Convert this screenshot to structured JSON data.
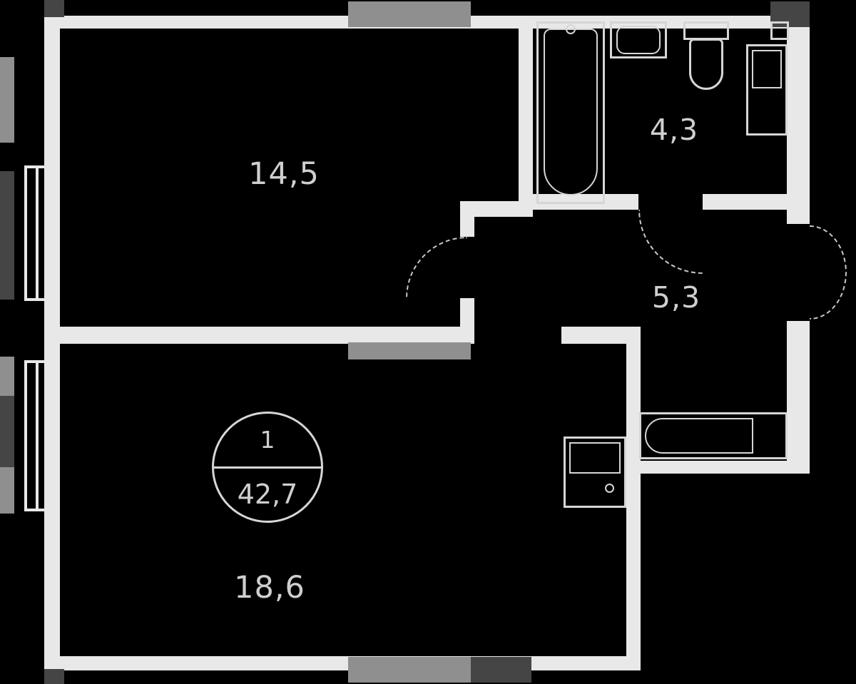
{
  "floor_plan": {
    "unit_badge": {
      "rooms": "1",
      "total_area": "42,7"
    },
    "rooms": [
      {
        "area": "14,5"
      },
      {
        "area": "4,3"
      },
      {
        "area": "5,3"
      },
      {
        "area": "18,6"
      }
    ],
    "colors": {
      "background": "#000000",
      "wall": "#e8e8e8",
      "fixture": "#d6d6d6",
      "shaft_light": "#8f8f8f",
      "shaft_dark": "#454545",
      "label": "#cfcfcf"
    }
  }
}
